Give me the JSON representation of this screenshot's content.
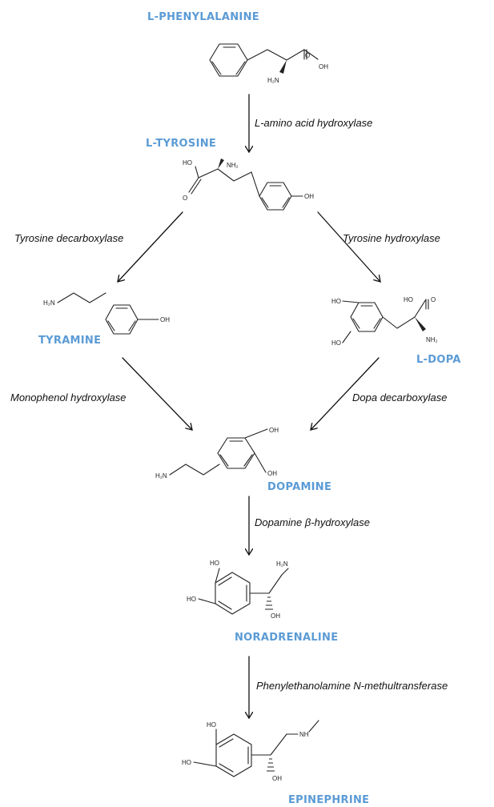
{
  "compounds": {
    "phenylalanine": "L-PHENYLALANINE",
    "tyrosine": "L-TYROSINE",
    "tyramine": "TYRAMINE",
    "ldopa": "L-DOPA",
    "dopamine": "DOPAMINE",
    "noradrenaline": "NORADRENALINE",
    "epinephrine": "EPINEPHRINE"
  },
  "enzymes": {
    "aa_hydroxylase": "L-amino acid hydroxylase",
    "tyr_decarboxylase": "Tyrosine decarboxylase",
    "tyr_hydroxylase": "Tyrosine hydroxylase",
    "monophenol_hydroxylase": "Monophenol hydroxylase",
    "dopa_decarboxylase": "Dopa decarboxylase",
    "dopamine_bhydroxylase": "Dopamine β-hydroxylase",
    "pnmt": "Phenylethanolamine N-methultransferase"
  },
  "atoms": {
    "o": "O",
    "oh": "OH",
    "ho": "HO",
    "h2n": "H₂N",
    "nh2": "NH₂",
    "nh": "NH"
  }
}
